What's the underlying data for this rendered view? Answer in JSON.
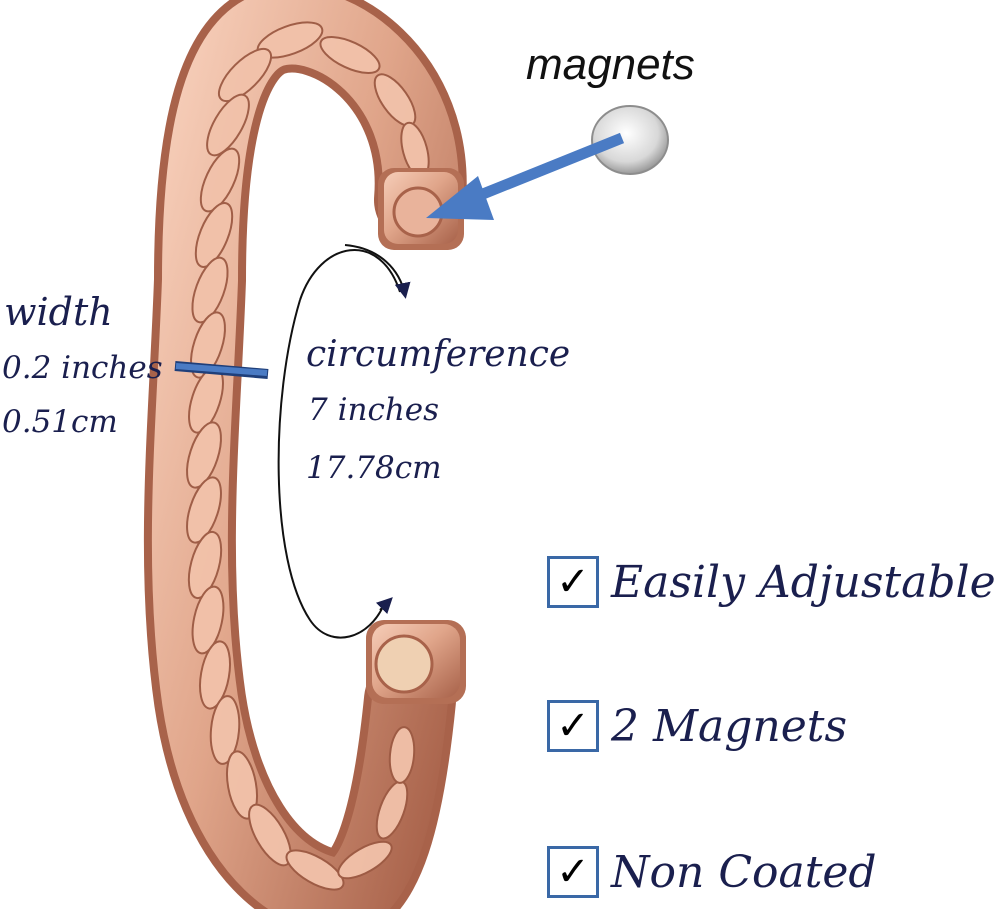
{
  "annotations": {
    "magnets": "magnets",
    "width_title": "width",
    "width_inches": "0.2 inches",
    "width_cm": "0.51cm",
    "circumference_title": "circumference",
    "circumference_inches": "7 inches",
    "circumference_cm": "17.78cm"
  },
  "features": [
    {
      "check": "✓",
      "label": "Easily Adjustable"
    },
    {
      "check": "✓",
      "label": "2 Magnets"
    },
    {
      "check": "✓",
      "label": "Non Coated"
    }
  ],
  "colors": {
    "copper": "#d99a7f",
    "copper_dark": "#a8624a",
    "arrow_blue": "#4a7bc4",
    "text_navy": "#1a1f4e",
    "checkbox_border": "#3a68a6"
  }
}
